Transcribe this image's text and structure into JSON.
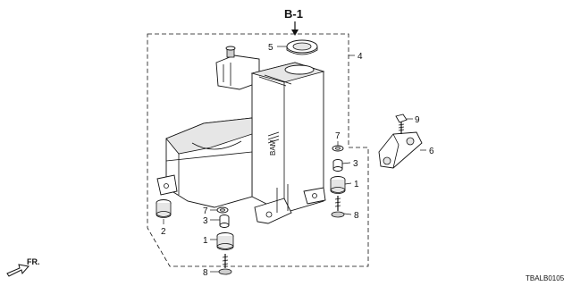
{
  "reference": {
    "label": "B-1"
  },
  "part_numbers": {
    "p1a": "1",
    "p1b": "1",
    "p2": "2",
    "p3a": "3",
    "p3b": "3",
    "p4": "4",
    "p5": "5",
    "p6": "6",
    "p7a": "7",
    "p7b": "7",
    "p8a": "8",
    "p8b": "8",
    "p9": "9"
  },
  "direction_label": "FR.",
  "diagram_code": "TBALB0105",
  "box_stamp": "BAM"
}
